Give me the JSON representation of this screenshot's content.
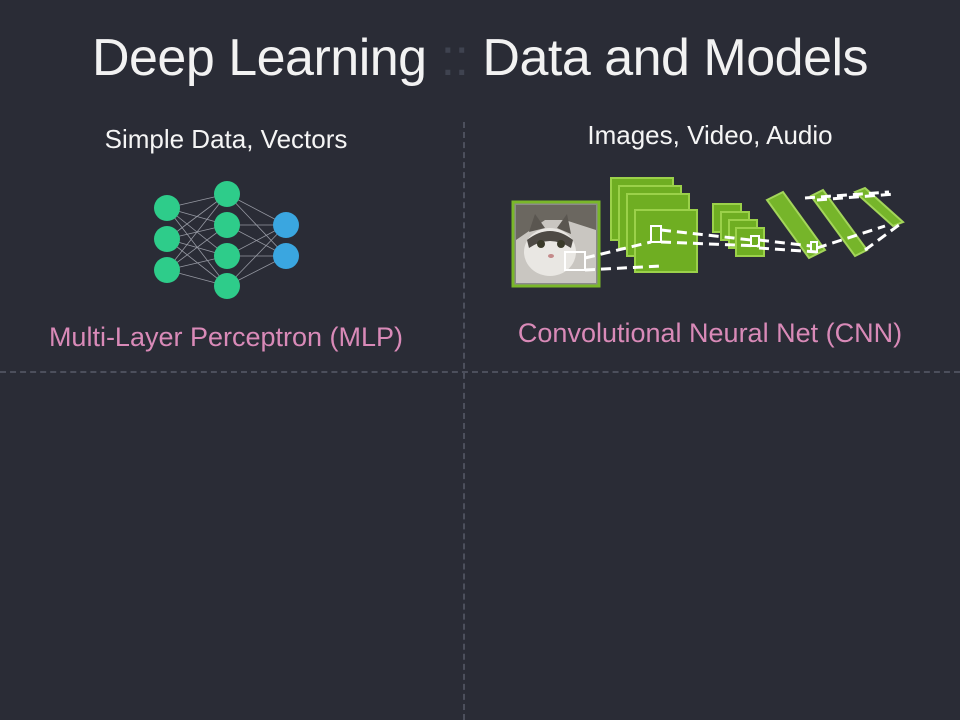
{
  "title": {
    "left": "Deep Learning",
    "separator": "::",
    "right": "Data and Models"
  },
  "columns": [
    {
      "heading": "Simple Data, Vectors",
      "model": "Multi-Layer Perceptron (MLP)"
    },
    {
      "heading": "Images, Video, Audio",
      "model": "Convolutional Neural Net (CNN)"
    }
  ],
  "colors": {
    "background": "#2a2c36",
    "title_text": "#f2f2f2",
    "model_name": "#d98ab8",
    "mlp_node_green": "#2ecc8a",
    "mlp_node_blue": "#3aa6e0",
    "cnn_layer_green": "#7ab72a",
    "divider": "#4c4f5c"
  },
  "icons": {
    "input_image": "cat-photo-icon"
  }
}
